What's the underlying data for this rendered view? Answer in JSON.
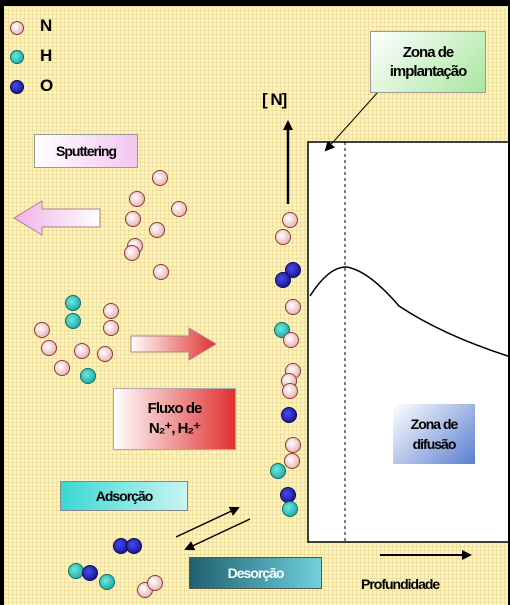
{
  "legend": [
    {
      "label": "N",
      "fill": "#f2c4c4"
    },
    {
      "label": "H",
      "fill": "#33c9c0"
    },
    {
      "label": "O",
      "fill": "#2626c8"
    }
  ],
  "labels": {
    "n_axis": "[ N]",
    "zona_implantacao": "Zona de\nimplantação",
    "sputtering": "Sputtering",
    "fluxo_line1": "Fluxo de",
    "fluxo_line2": "N₂⁺, H₂⁺",
    "zona_difusao": "Zona de\ndifusão",
    "adsorcao": "Adsorção",
    "desorcao": "Desorção",
    "profundidade": "Profundidade"
  },
  "colors": {
    "nitrogen": "#f2c4c4",
    "hydrogen": "#33c9c0",
    "oxygen": "#2626c8",
    "zona_implantacao_box": "#a8e6a0",
    "sputtering_box": "#f3c6ef",
    "adsorcao_box": "#3ad8d4",
    "desorcao_box": "#1f7a8a",
    "zona_difusao_box": "#5a7fd0",
    "fluxo_box": "#e03030"
  }
}
